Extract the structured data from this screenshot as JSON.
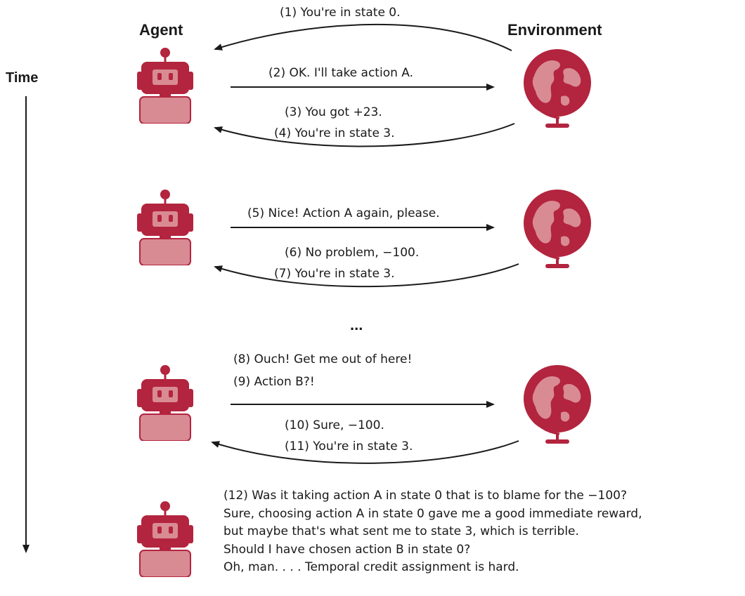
{
  "headers": {
    "agent": "Agent",
    "environment": "Environment",
    "time": "Time"
  },
  "episode1": {
    "m1": "(1) You're in state 0.",
    "m2": "(2) OK. I'll take action A.",
    "m3": "(3) You got +23.",
    "m4": "(4) You're in state 3."
  },
  "episode2": {
    "m5": "(5) Nice! Action A again, please.",
    "m6": "(6) No problem, −100.",
    "m7": "(7) You're in state 3."
  },
  "ellipsis": "...",
  "episode3": {
    "m8": "(8) Ouch! Get me out of here!",
    "m9": "(9) Action B?!",
    "m10": "(10) Sure, −100.",
    "m11": "(11) You're in state 3."
  },
  "reflection": {
    "lines": [
      "(12) Was it taking action A in state 0 that is to blame for the −100?",
      "Sure, choosing action A in state 0 gave me a good immediate reward,",
      "but maybe that's what sent me to state 3, which is terrible.",
      "Should I have chosen action B in state 0?",
      "Oh, man. . . . Temporal credit assignment is hard."
    ]
  },
  "colors": {
    "robot_dark": "#b3243e",
    "robot_light": "#d98b94",
    "globe_dark": "#b3243e",
    "globe_light": "#d98b94",
    "ink": "#1a1a1a"
  }
}
